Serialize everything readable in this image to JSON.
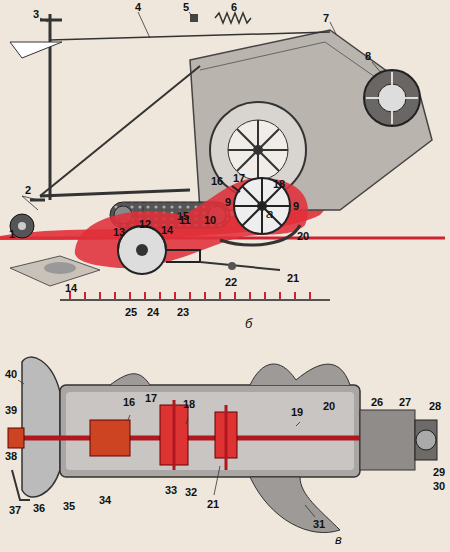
{
  "diagram": {
    "labels": [
      "1",
      "2",
      "3",
      "4",
      "5",
      "6",
      "7",
      "8",
      "9",
      "10",
      "11",
      "12",
      "13",
      "14",
      "а",
      "14",
      "15",
      "16",
      "17",
      "18",
      "9",
      "20",
      "21",
      "22",
      "23",
      "24",
      "25",
      "б",
      "40",
      "39",
      "38",
      "37",
      "36",
      "35",
      "34",
      "16",
      "17",
      "18",
      "19",
      "20",
      "21",
      "32",
      "33",
      "26",
      "27",
      "28",
      "29",
      "30",
      "31",
      "в"
    ]
  }
}
